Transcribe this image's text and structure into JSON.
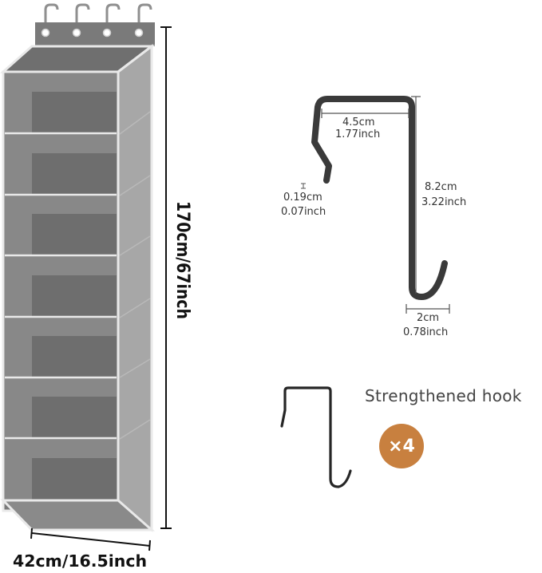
{
  "organizer": {
    "height_label": "170cm/67inch",
    "width_label": "42cm/16.5inch",
    "shelf_count": 7,
    "hook_count": 4,
    "fabric_color": "#7a7a7a",
    "shelf_color": "#8c8c8c",
    "side_color": "#a7a7a7",
    "trim_color": "#e9e9e9"
  },
  "hook_diagram": {
    "top_width": {
      "cm": "4.5cm",
      "inch": "1.77inch"
    },
    "thickness": {
      "cm": "0.19cm",
      "inch": "0.07inch"
    },
    "height": {
      "cm": "8.2cm",
      "inch": "3.22inch"
    },
    "bottom_width": {
      "cm": "2cm",
      "inch": "0.78inch"
    },
    "stroke_color": "#3a3a3a"
  },
  "product_note": {
    "caption": "Strengthened hook",
    "quantity": "×4",
    "badge_color": "#c8803f"
  }
}
